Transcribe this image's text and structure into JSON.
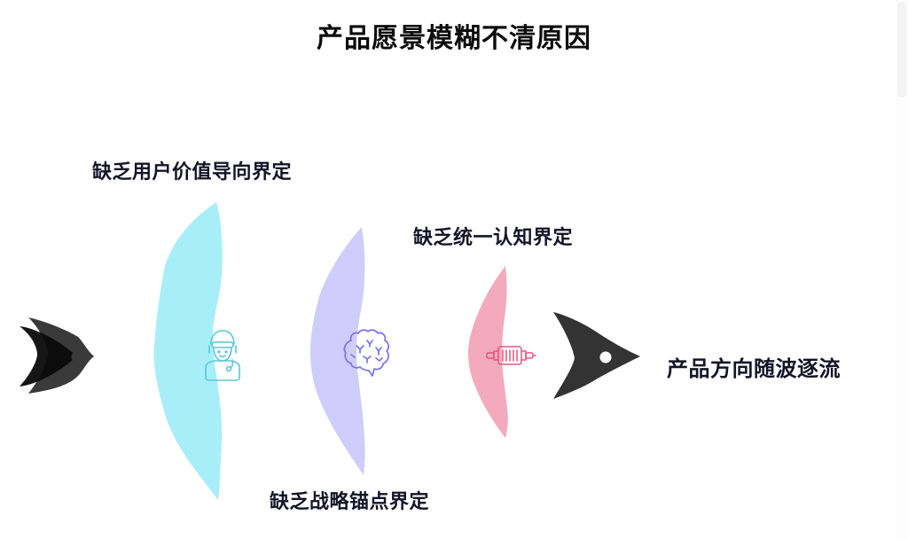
{
  "title": "产品愿景模糊不清原因",
  "colors": {
    "title_text": "#0c0c0c",
    "label_text": "#141428",
    "tail_dark": "#3a3a3a",
    "tail_black": "#0a0a0a",
    "cyan_fin": "#a8eef8",
    "cyan_icon": "#5cc6dc",
    "purple_fin": "#d0ccfb",
    "purple_icon": "#7b72ee",
    "pink_fin": "#f3a9be",
    "pink_icon": "#e9557e",
    "head": "#333333",
    "eye": "#ffffff"
  },
  "causes": [
    {
      "label": "缺乏用户价值导向界定",
      "icon": "customer-service-person-icon",
      "color": "#a8eef8"
    },
    {
      "label": "缺乏战略锚点界定",
      "icon": "brain-speech-bubble-icon",
      "color": "#d0ccfb"
    },
    {
      "label": "缺乏统一认知界定",
      "icon": "motor-engine-icon",
      "color": "#f3a9be"
    }
  ],
  "result": {
    "label": "产品方向随波逐流"
  },
  "icons": {
    "tail": "fish-tail-icon",
    "head": "fish-head-icon"
  }
}
